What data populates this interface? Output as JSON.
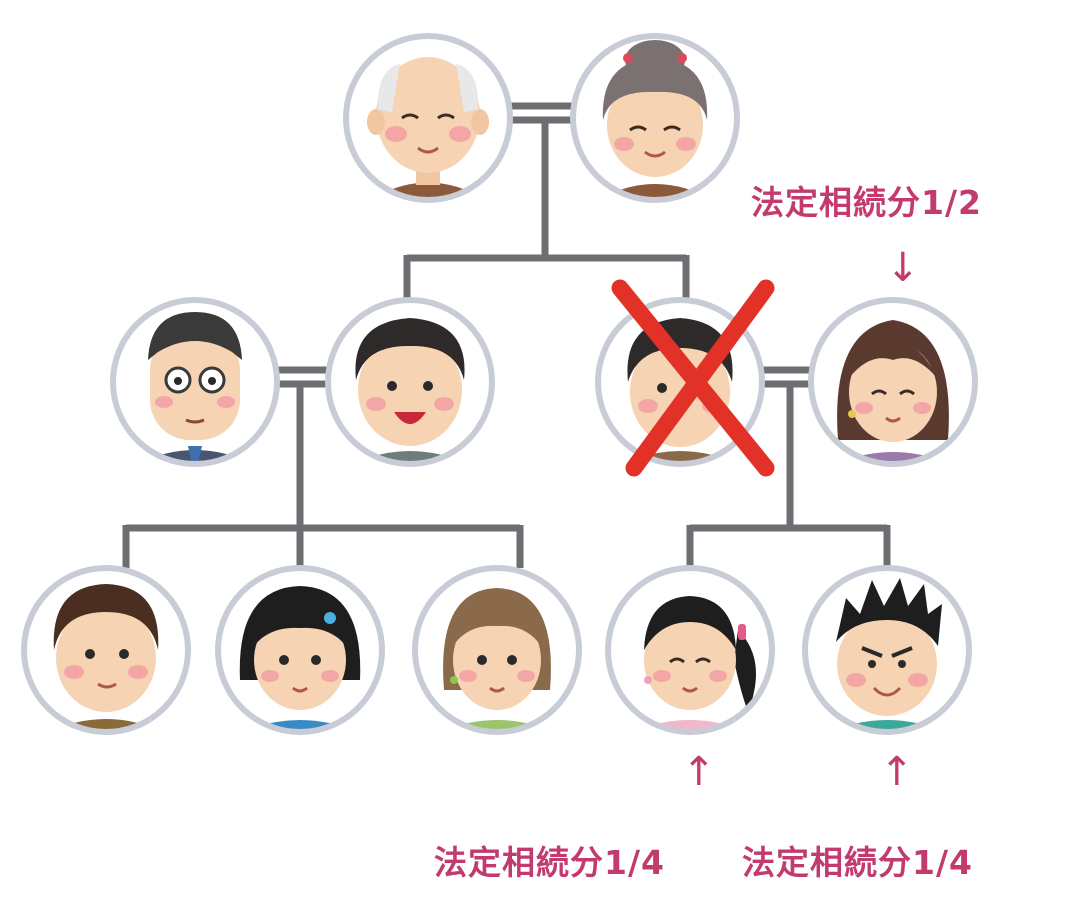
{
  "colors": {
    "accent": "#c23a6e",
    "tree_line": "#6e6e72",
    "circle_border": "#c8ccd6",
    "cross": "#e23127"
  },
  "annotations": {
    "spouse_share": "法定相続分1/2",
    "child_left_share": "法定相続分1/4",
    "child_right_share": "法定相続分1/4",
    "arrow_down": "↓",
    "arrow_up": "↑"
  },
  "members": [
    {
      "id": "grandfather",
      "icon": "elderly-man-icon"
    },
    {
      "id": "grandmother",
      "icon": "elderly-woman-icon"
    },
    {
      "id": "uncle-in-law",
      "icon": "glasses-man-icon"
    },
    {
      "id": "uncle",
      "icon": "smiling-man-icon"
    },
    {
      "id": "deceased",
      "icon": "man-icon",
      "crossed_out": true
    },
    {
      "id": "spouse",
      "icon": "woman-icon"
    },
    {
      "id": "cousin-1",
      "icon": "boy-icon"
    },
    {
      "id": "cousin-2",
      "icon": "girl-icon"
    },
    {
      "id": "cousin-3",
      "icon": "young-woman-icon"
    },
    {
      "id": "daughter",
      "icon": "girl-ponytail-icon"
    },
    {
      "id": "son",
      "icon": "boy-spiky-icon"
    }
  ]
}
